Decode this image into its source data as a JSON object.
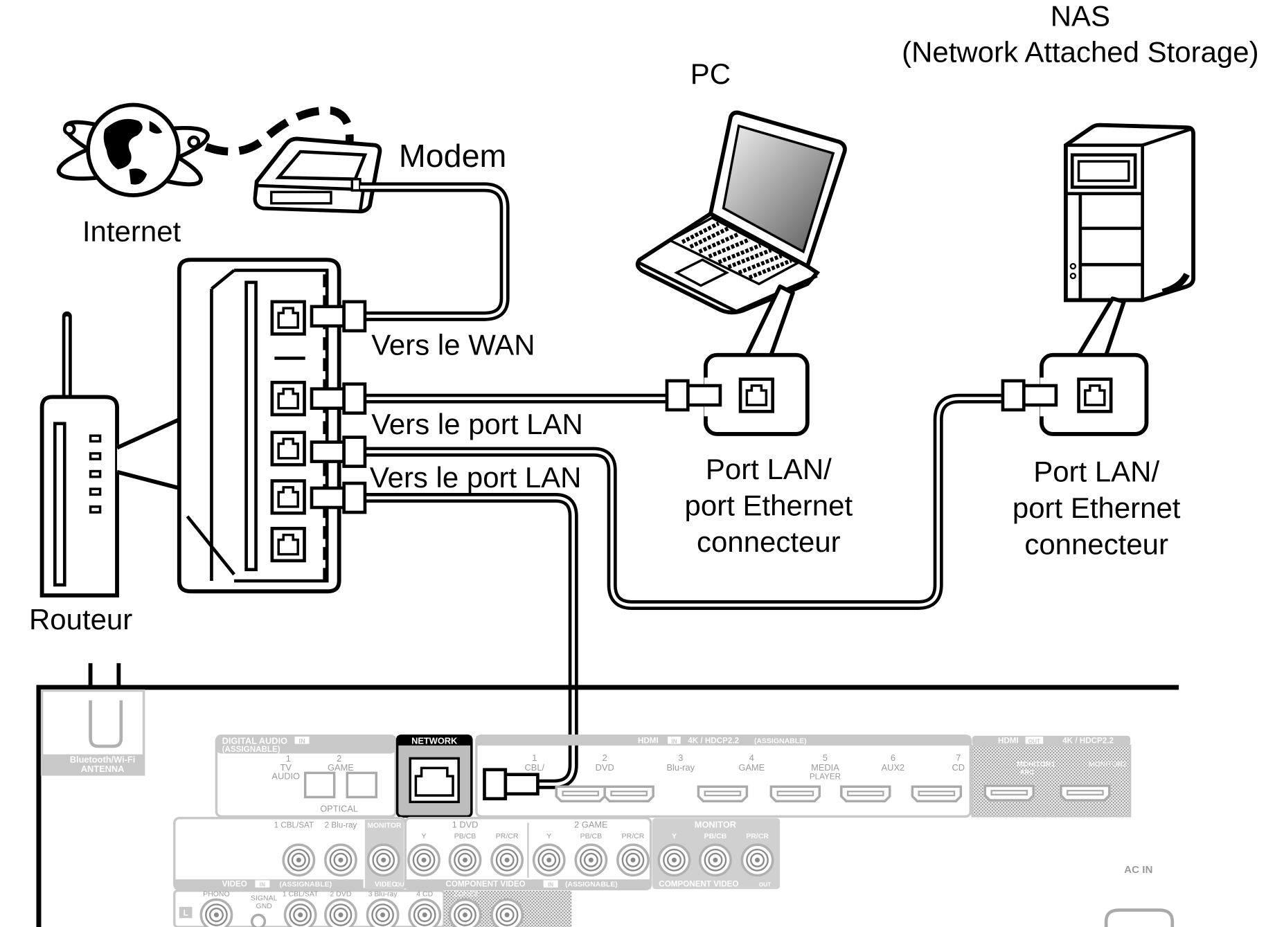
{
  "labels": {
    "nas_line1": "NAS",
    "nas_line2": "(Network Attached Storage)",
    "pc": "PC",
    "modem": "Modem",
    "internet": "Internet",
    "wan": "Vers le WAN",
    "lan1": "Vers le port LAN",
    "lan2": "Vers le port LAN",
    "routeur": "Routeur",
    "port_pc_1": "Port LAN/",
    "port_pc_2": "port Ethernet",
    "port_pc_3": "connecteur",
    "port_nas_1": "Port LAN/",
    "port_nas_2": "port Ethernet",
    "port_nas_3": "connecteur"
  },
  "receiver": {
    "network": "NETWORK",
    "bt_line1": "Bluetooth/Wi-Fi",
    "bt_line2": "ANTENNA",
    "digital_audio": "DIGITAL AUDIO",
    "digital_in": "IN",
    "assignable": "(ASSIGNABLE)",
    "optical": "OPTICAL",
    "opt1_num": "1",
    "opt1_a": "TV",
    "opt1_b": "AUDIO",
    "opt2_num": "2",
    "opt2_a": "GAME",
    "hdmi_in_title": "HDMI",
    "hdmi_in_badge": "IN",
    "hdmi_in_spec": "4K / HDCP2.2",
    "hdmi_in_assign": "(ASSIGNABLE)",
    "hdmi_inputs": [
      {
        "num": "1",
        "name": "CBL/"
      },
      {
        "num": "2",
        "name": "DVD"
      },
      {
        "num": "3",
        "name": "Blu-ray"
      },
      {
        "num": "4",
        "name": "GAME"
      },
      {
        "num": "5",
        "name": "MEDIA"
      },
      {
        "num": "6",
        "name": "AUX2"
      },
      {
        "num": "7",
        "name": "CD"
      }
    ],
    "hdmi_in5_sub": "PLAYER",
    "hdmi_out_title": "HDMI",
    "hdmi_out_badge": "OUT",
    "hdmi_out_spec": "4K / HDCP2.2",
    "monitor1": "MONITOR1",
    "monitor1_sub": "ARC",
    "monitor2": "MONITOR2",
    "video_1": "1 CBL/SAT",
    "video_2": "2 Blu-ray",
    "video_monitor": "MONITOR",
    "video_bar": "VIDEO",
    "video_bar_in": "IN",
    "video_bar_assign": "(ASSIGNABLE)",
    "video_out_bar": "VIDEO",
    "video_out_badge": "OUT",
    "comp1": "1 DVD",
    "comp2": "2 GAME",
    "comp_y": "Y",
    "comp_pb": "PB/CB",
    "comp_pr": "PR/CR",
    "comp_bar": "COMPONENT VIDEO",
    "comp_bar_in": "IN",
    "comp_bar_assign": "(ASSIGNABLE)",
    "comp_mon": "MONITOR",
    "comp_out_bar": "COMPONENT VIDEO",
    "comp_out_badge": "OUT",
    "audio_l": "L",
    "phono": "PHONO",
    "signal_gnd_1": "SIGNAL",
    "signal_gnd_2": "GND",
    "audio_1": "1 CBL/SAT",
    "audio_2": "2 DVD",
    "audio_3": "3 Blu-ray",
    "audio_4": "4 CD",
    "zone2": "ZONE2",
    "ac_in": "AC IN"
  },
  "colors": {
    "ink": "#000000",
    "panel_gray": "#d9d9d9",
    "label_bar_gray": "#c8c8c8",
    "network_panel": "#bdbdbd"
  }
}
